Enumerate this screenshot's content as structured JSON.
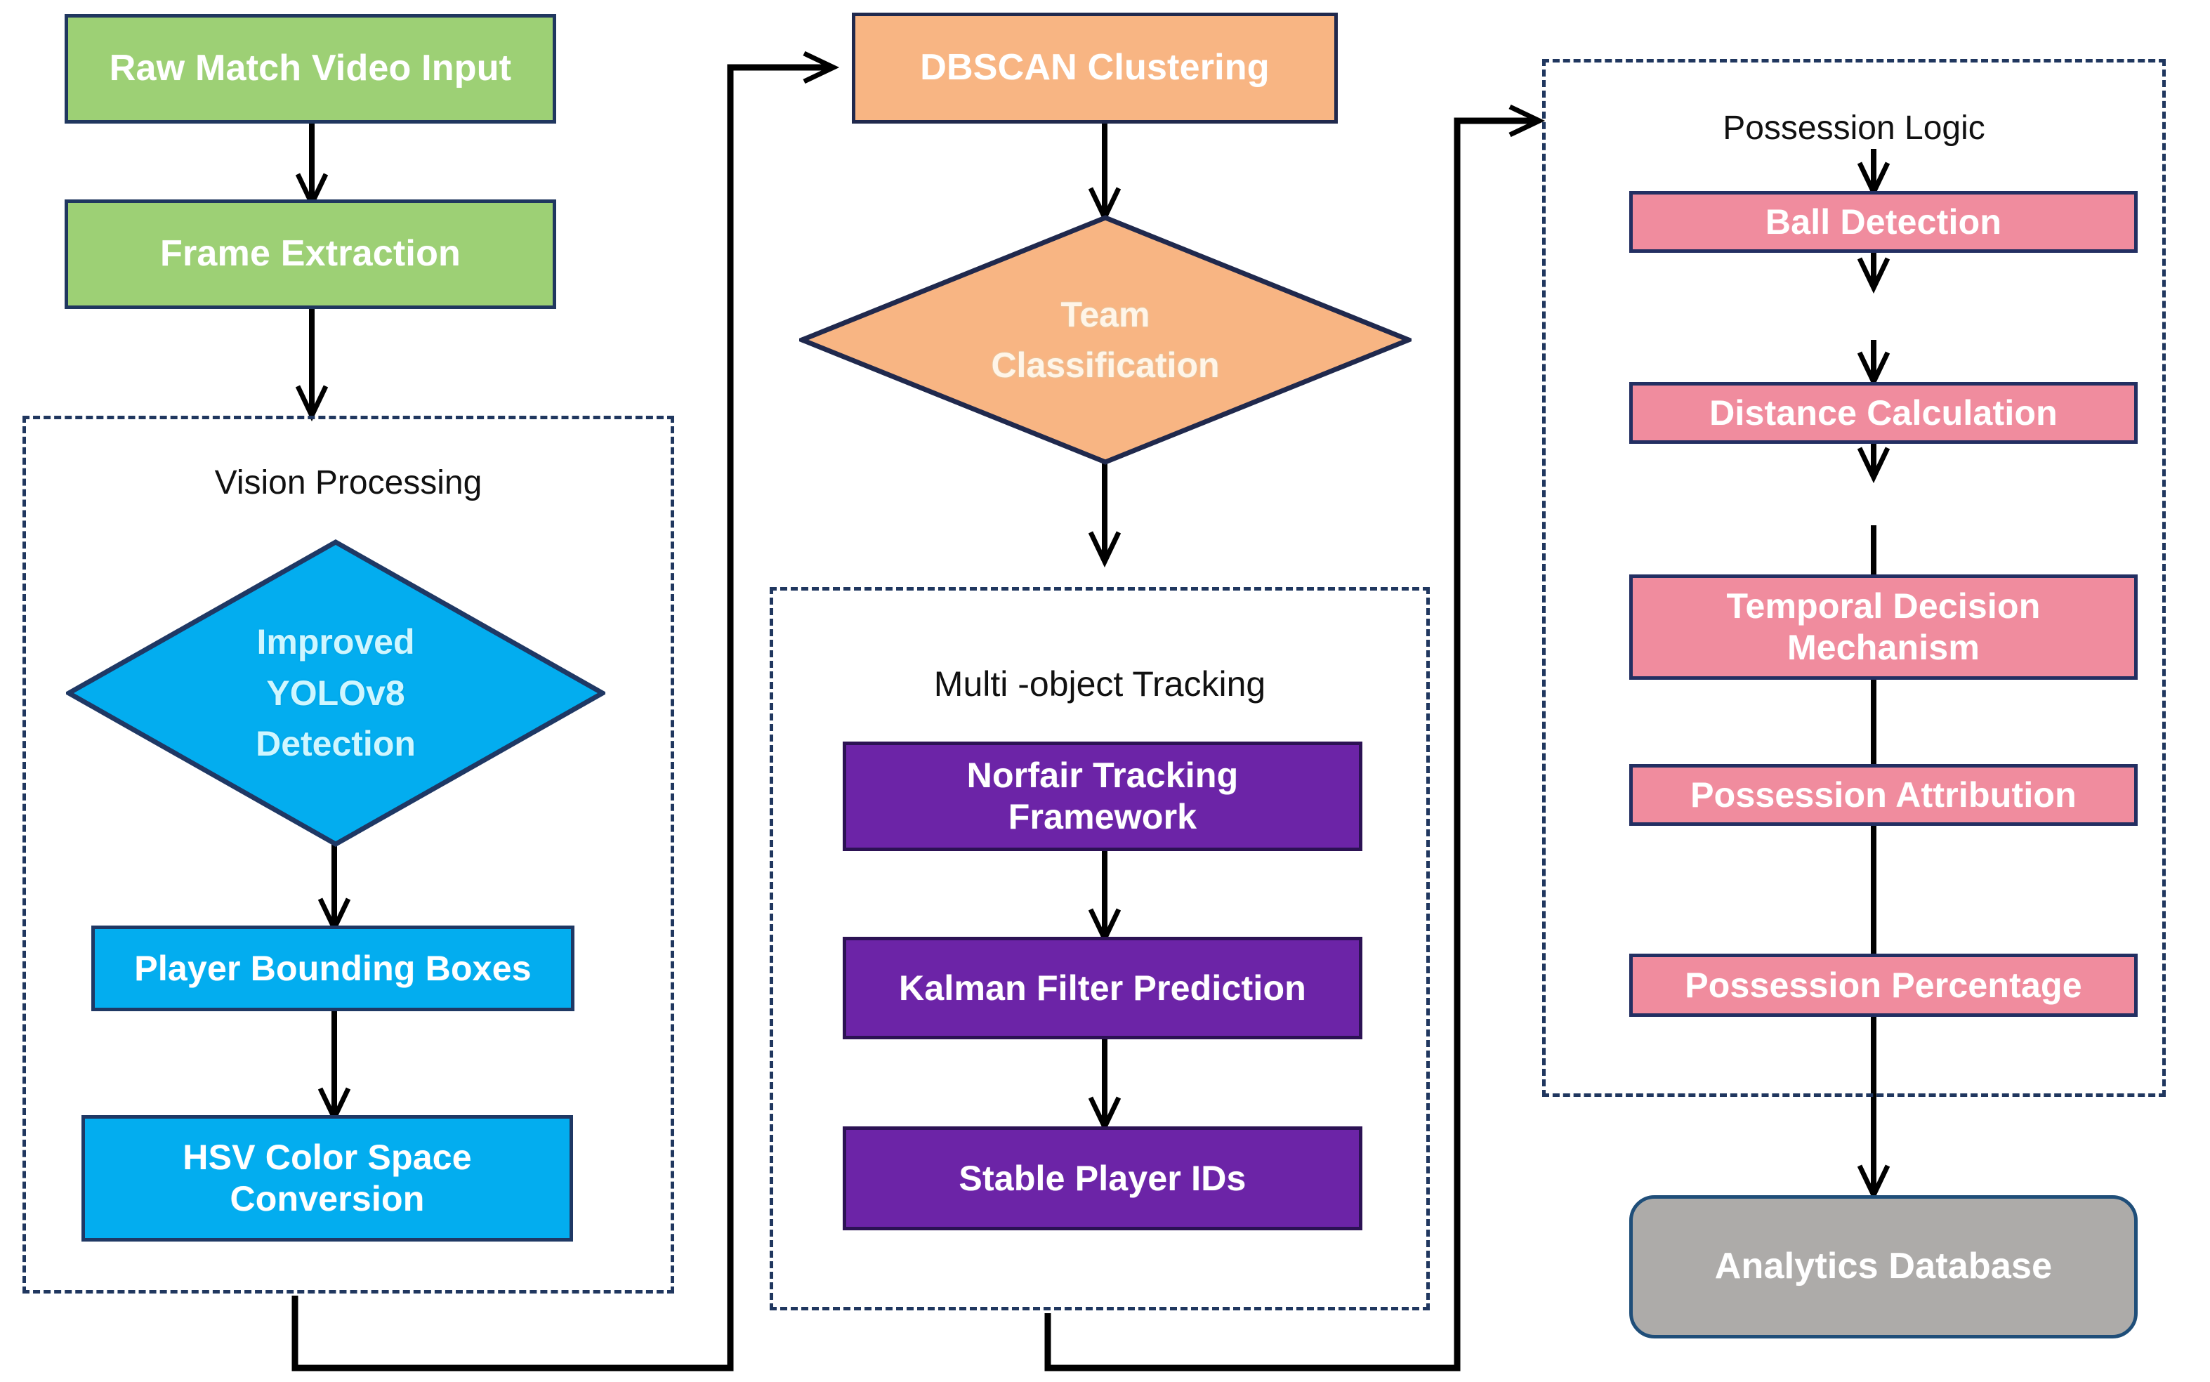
{
  "diagram": {
    "title": "Football Match Video Analytics Pipeline Flowchart",
    "palette": {
      "green": "#9DD075",
      "blue": "#03ADEF",
      "orange": "#F8B583",
      "purple": "#6C24A7",
      "pink": "#F08C9E",
      "gray": "#ADABA9",
      "border_navy": "#1F3864",
      "arrow_black": "#000000",
      "background": "#FFFFFF"
    }
  },
  "nodes": {
    "raw_video": {
      "label": "Raw Match Video Input",
      "shape": "rectangle",
      "color": "green"
    },
    "frame_extraction": {
      "label": "Frame Extraction",
      "shape": "rectangle",
      "color": "green"
    },
    "yolo_detection": {
      "label": "Improved\nYOLOv8\nDetection",
      "line1": "Improved",
      "line2": "YOLOv8",
      "line3": "Detection",
      "shape": "diamond",
      "color": "blue"
    },
    "player_boxes": {
      "label": "Player Bounding Boxes",
      "shape": "rectangle",
      "color": "blue"
    },
    "hsv_conversion": {
      "line1": "HSV Color Space",
      "line2": "Conversion",
      "shape": "rectangle",
      "color": "blue"
    },
    "dbscan": {
      "label": "DBSCAN Clustering",
      "shape": "rectangle",
      "color": "orange"
    },
    "team_classification": {
      "line1": "Team",
      "line2": "Classification",
      "shape": "diamond",
      "color": "orange"
    },
    "norfair": {
      "line1": "Norfair  Tracking",
      "line2": "Framework",
      "shape": "rectangle",
      "color": "purple"
    },
    "kalman": {
      "label": "Kalman Filter Prediction",
      "shape": "rectangle",
      "color": "purple"
    },
    "stable_ids": {
      "label": "Stable Player IDs",
      "shape": "rectangle",
      "color": "purple"
    },
    "ball_detection": {
      "label": "Ball Detection",
      "shape": "rectangle",
      "color": "pink"
    },
    "distance_calculation": {
      "label": "Distance Calculation",
      "shape": "rectangle",
      "color": "pink"
    },
    "temporal_decision": {
      "line1": "Temporal Decision",
      "line2": "Mechanism",
      "shape": "rectangle",
      "color": "pink"
    },
    "possession_attribution": {
      "label": "Possession Attribution",
      "shape": "rectangle",
      "color": "pink"
    },
    "possession_percentage": {
      "label": "Possession Percentage",
      "shape": "rectangle",
      "color": "pink"
    },
    "analytics_database": {
      "label": "Analytics Database",
      "shape": "rounded-rectangle",
      "color": "gray"
    }
  },
  "groups": {
    "vision_processing": {
      "title": "Vision  Processing"
    },
    "multi_object_tracking": {
      "title": "Multi -object  Tracking"
    },
    "possession_logic": {
      "title": "Possession Logic"
    }
  },
  "flow": [
    {
      "from": "raw_video",
      "to": "frame_extraction"
    },
    {
      "from": "frame_extraction",
      "to": "yolo_detection"
    },
    {
      "from": "yolo_detection",
      "to": "player_boxes"
    },
    {
      "from": "player_boxes",
      "to": "hsv_conversion"
    },
    {
      "from": "vision_processing",
      "to": "dbscan"
    },
    {
      "from": "dbscan",
      "to": "team_classification"
    },
    {
      "from": "team_classification",
      "to": "multi_object_tracking"
    },
    {
      "from": "norfair",
      "to": "kalman"
    },
    {
      "from": "kalman",
      "to": "stable_ids"
    },
    {
      "from": "multi_object_tracking",
      "to": "possession_logic"
    },
    {
      "from": "ball_detection",
      "to": "distance_calculation"
    },
    {
      "from": "distance_calculation",
      "to": "temporal_decision"
    },
    {
      "from": "temporal_decision",
      "to": "possession_attribution"
    },
    {
      "from": "possession_attribution",
      "to": "possession_percentage"
    },
    {
      "from": "possession_logic",
      "to": "analytics_database"
    }
  ]
}
